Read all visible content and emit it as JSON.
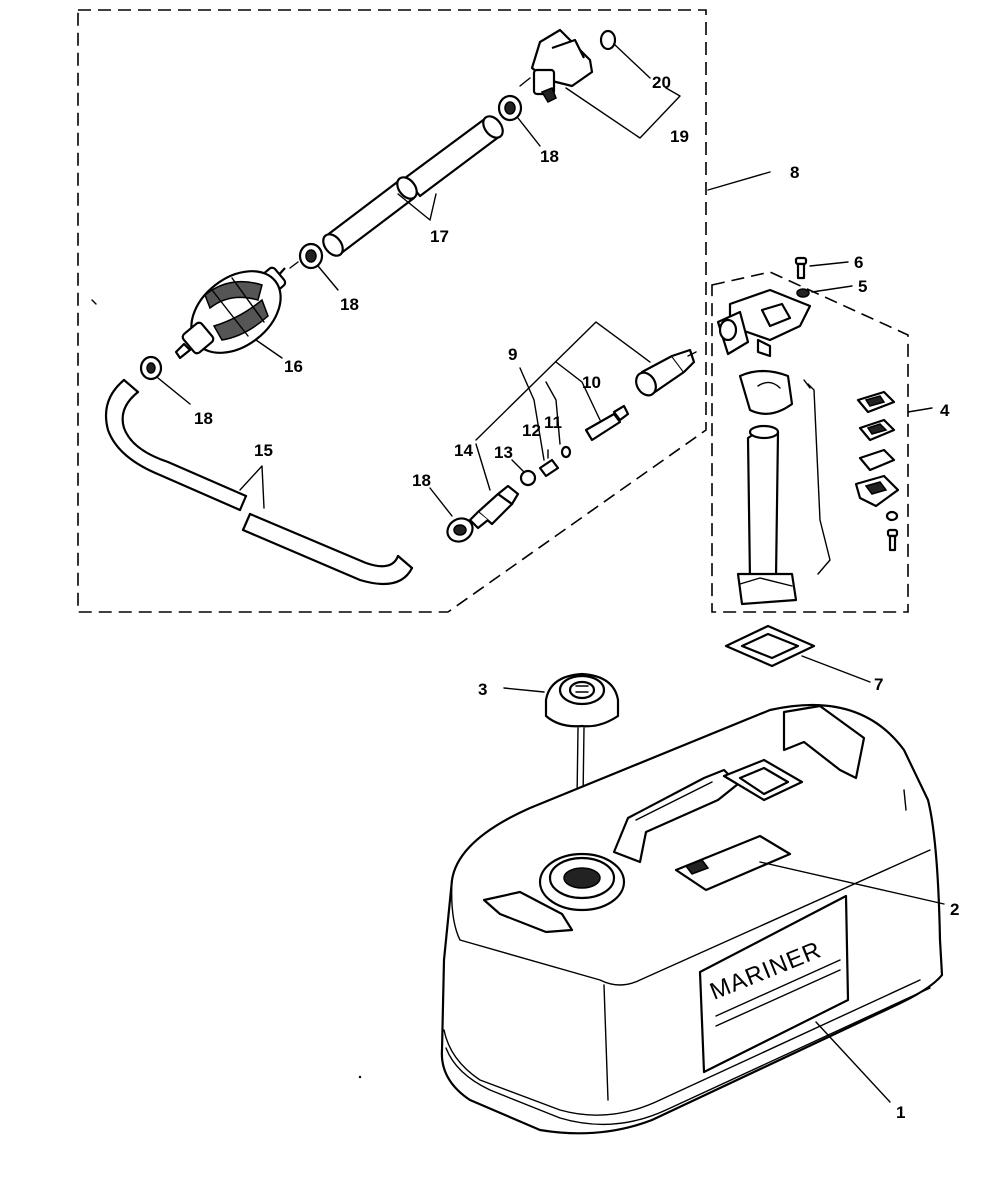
{
  "brand_text": "MARINER",
  "callouts": {
    "c1": "1",
    "c2": "2",
    "c3": "3",
    "c4": "4",
    "c5": "5",
    "c6": "6",
    "c7": "7",
    "c8": "8",
    "c9": "9",
    "c10": "10",
    "c11": "11",
    "c12": "12",
    "c13": "13",
    "c14": "14",
    "c15": "15",
    "c16": "16",
    "c17": "17",
    "c18a": "18",
    "c18b": "18",
    "c18c": "18",
    "c18d": "18",
    "c19": "19",
    "c20": "20"
  }
}
